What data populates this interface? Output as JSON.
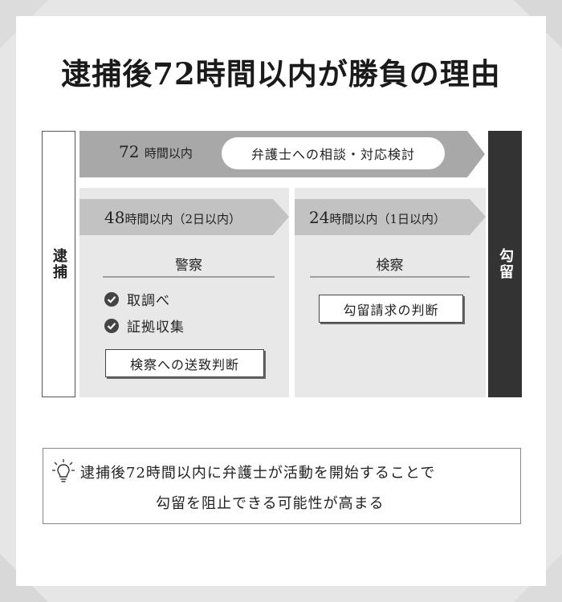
{
  "title": "逮捕後72時間以内が勝負の理由",
  "arrest_label": "逮捕",
  "detention_label": "勾留",
  "arrow72": {
    "number": "72",
    "unit": "時間以内"
  },
  "pill_text": "弁護士への相談・対応検討",
  "police": {
    "arrow_number": "48",
    "arrow_unit": "時間以内（2日以内）",
    "title": "警察",
    "items": [
      "取調べ",
      "証拠収集"
    ],
    "action": "検察への送致判断"
  },
  "prosecution": {
    "arrow_number": "24",
    "arrow_unit": "時間以内（1日以内）",
    "title": "検察",
    "action": "勾留請求の判断"
  },
  "note": {
    "line1": "逮捕後72時間以内に弁護士が活動を開始することで",
    "line2": "勾留を阻止できる可能性が高まる",
    "icon": "lightbulb-icon"
  },
  "colors": {
    "dark": "#333333",
    "arrow_gray": "#a8a8a8",
    "panel_gray": "#e8e8e8"
  }
}
